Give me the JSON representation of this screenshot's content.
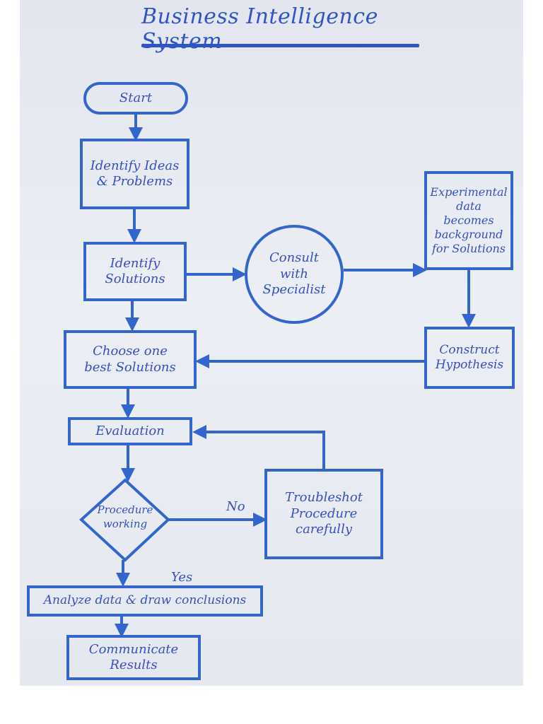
{
  "diagram": {
    "title": "Business Intelligence System",
    "nodes": {
      "start": "Start",
      "identify_ideas": "Identify Ideas\n& Problems",
      "identify_solutions": "Identify\nSolutions",
      "consult": "Consult\nwith\nSpecialist",
      "experimental": "Experimental\ndata becomes\nbackground\nfor Solutions",
      "hypothesis": "Construct\nHypothesis",
      "choose": "Choose one\nbest Solutions",
      "evaluation": "Evaluation",
      "procedure": "Procedure\nworking",
      "troubleshoot": "Troubleshot\nProcedure\ncarefully",
      "analyze": "Analyze data & draw conclusions",
      "communicate": "Communicate\nResults"
    },
    "edge_labels": {
      "no": "No",
      "yes": "Yes"
    },
    "colors": {
      "ink": "#3366cc",
      "paper": "#e8eaf2"
    }
  }
}
